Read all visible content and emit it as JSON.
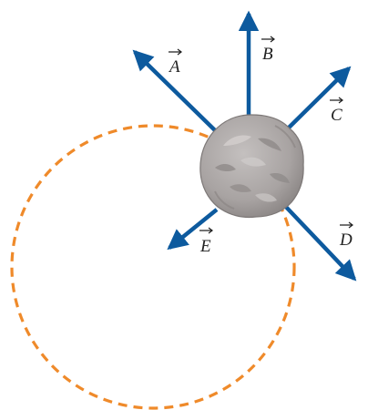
{
  "vectors": [
    {
      "id": "A",
      "label": "A"
    },
    {
      "id": "B",
      "label": "B"
    },
    {
      "id": "C",
      "label": "C"
    },
    {
      "id": "D",
      "label": "D"
    },
    {
      "id": "E",
      "label": "E"
    }
  ],
  "colors": {
    "arrow": "#0d5a9e",
    "orbit": "#ef8a2a",
    "rock_fill": "#a6a1a0",
    "rock_shade": "#8f8a89",
    "rock_highlight": "#c9c5c4"
  },
  "icons": {
    "body": "rock-icon"
  }
}
